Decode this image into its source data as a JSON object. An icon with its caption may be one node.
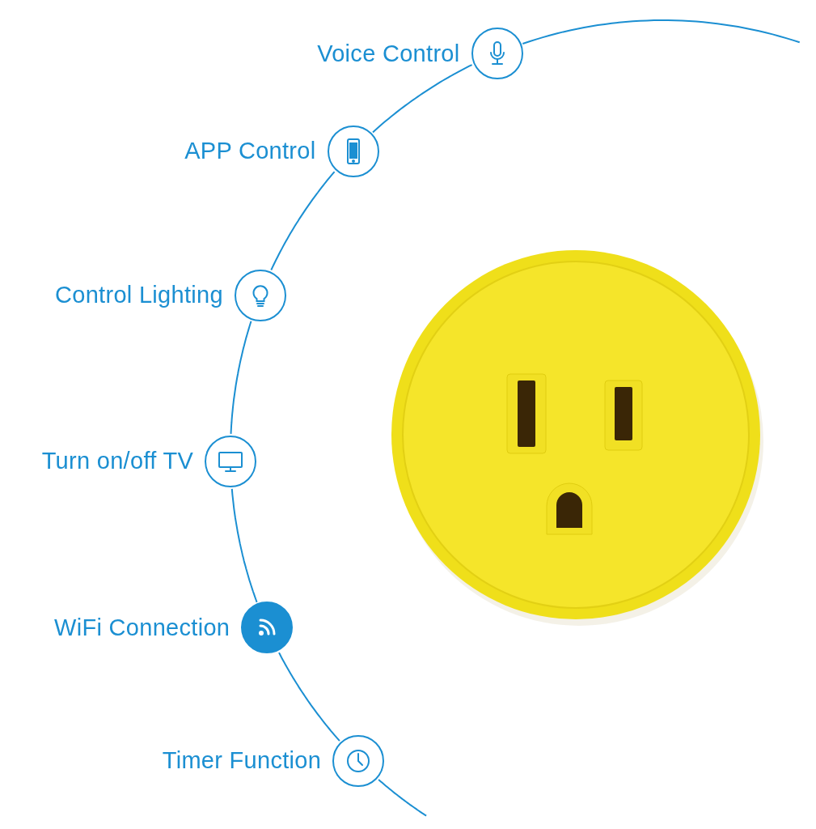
{
  "diagram": {
    "nodes": [
      {
        "text": [],
        "shape": "circle",
        "beside": [
          "Voice Control"
        ]
      },
      {
        "text": [],
        "shape": "circle",
        "beside": [
          "APP Control"
        ]
      },
      {
        "text": [],
        "shape": "circle",
        "beside": [
          "Control Lighting"
        ]
      },
      {
        "text": [],
        "shape": "circle",
        "beside": [
          "Turn on/off TV"
        ]
      },
      {
        "text": [],
        "shape": "circle",
        "beside": [
          "WiFi Connection"
        ]
      },
      {
        "text": [],
        "shape": "circle",
        "beside": [
          "Timer Function"
        ]
      }
    ],
    "edges": [
      {
        "from": null,
        "to": 0,
        "arrow": "none"
      },
      {
        "from": 0,
        "to": 1,
        "arrow": "none"
      },
      {
        "from": 1,
        "to": 2,
        "arrow": "none"
      },
      {
        "from": 2,
        "to": 3,
        "arrow": "none"
      },
      {
        "from": 3,
        "to": 4,
        "arrow": "none"
      },
      {
        "from": 4,
        "to": 5,
        "arrow": "none"
      },
      {
        "from": 5,
        "to": null,
        "arrow": "none"
      }
    ]
  }
}
